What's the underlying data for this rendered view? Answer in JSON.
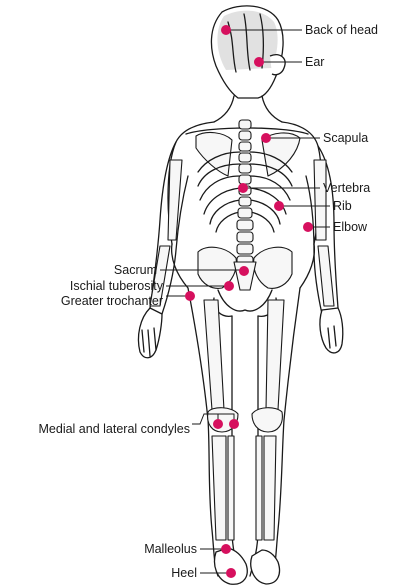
{
  "labels": {
    "back_of_head": "Back of head",
    "ear": "Ear",
    "scapula": "Scapula",
    "vertebra": "Vertebra",
    "rib": "Rib",
    "elbow": "Elbow",
    "sacrum": "Sacrum",
    "ischial_tuberosity": "Ischial tuberosity",
    "greater_trochanter": "Greater trochanter",
    "condyles": "Medial and lateral condyles",
    "malleolus": "Malleolus",
    "heel": "Heel"
  },
  "colors": {
    "marker": "#d6105e",
    "ink": "#1a1a1a",
    "hair": "#c8c8c8"
  }
}
